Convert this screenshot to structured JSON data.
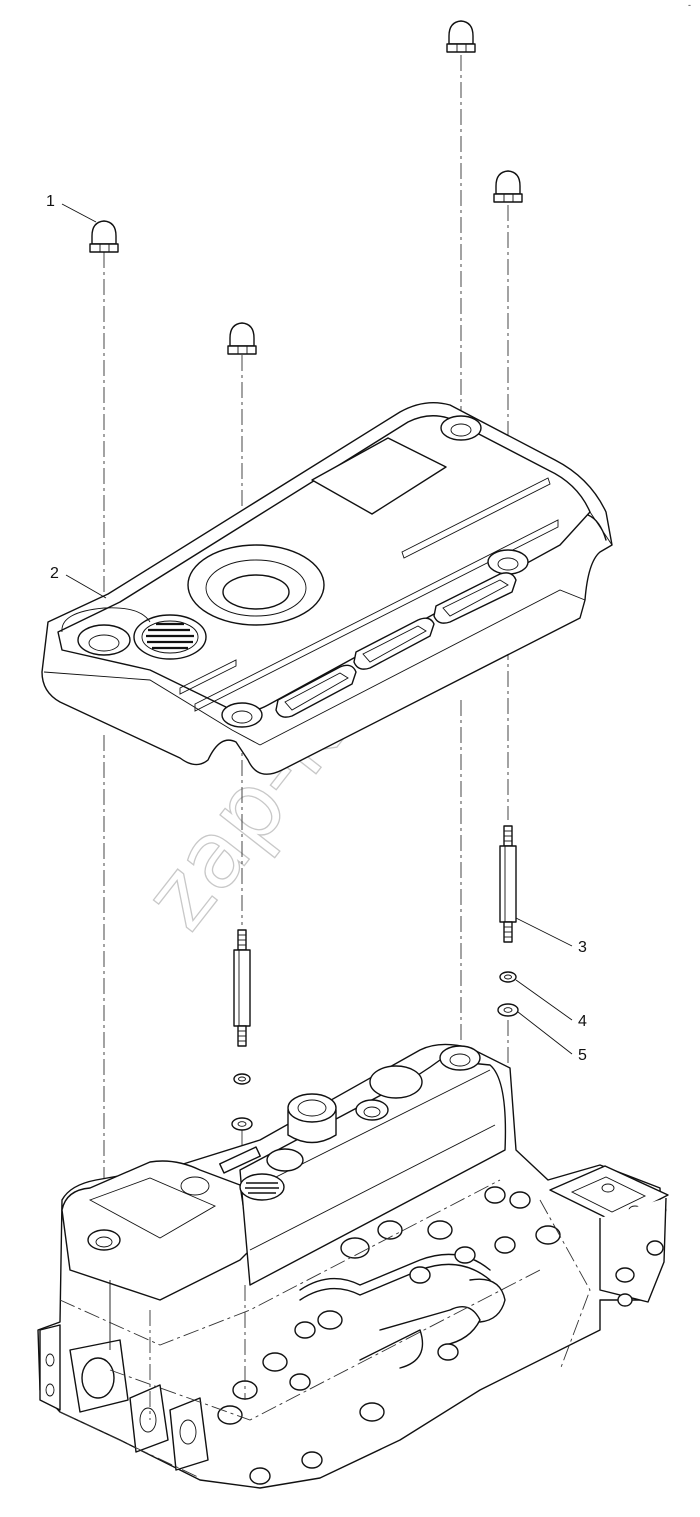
{
  "callouts": [
    {
      "number": "1",
      "part": "cap-nut"
    },
    {
      "number": "2",
      "part": "valve-cover"
    },
    {
      "number": "3",
      "part": "stud"
    },
    {
      "number": "4",
      "part": "spring-washer"
    },
    {
      "number": "5",
      "part": "flat-washer"
    }
  ],
  "watermark": "zap-kam.ru",
  "corner_mark": "-"
}
